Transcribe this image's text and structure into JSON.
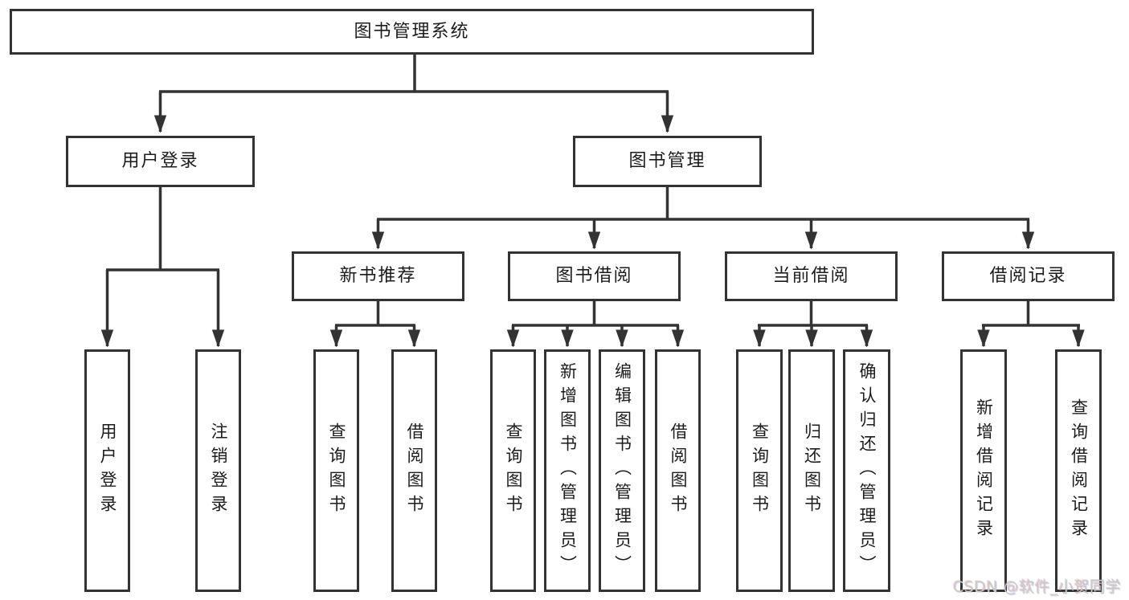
{
  "colors": {
    "background": "#ffffff",
    "line": "#333333",
    "box_border": "#333333",
    "text": "#1c1c1c",
    "watermark": "#c9c9c9"
  },
  "tree": {
    "root": {
      "label": "图书管理系统"
    },
    "branches": [
      {
        "label": "用户登录",
        "children": [
          {
            "label": "用户登录"
          },
          {
            "label": "注销登录"
          }
        ]
      },
      {
        "label": "图书管理",
        "children": [
          {
            "label": "新书推荐",
            "children": [
              {
                "label": "查询图书"
              },
              {
                "label": "借阅图书"
              }
            ]
          },
          {
            "label": "图书借阅",
            "children": [
              {
                "label": "查询图书"
              },
              {
                "label": "新增图书（管理员）"
              },
              {
                "label": "编辑图书（管理员）"
              },
              {
                "label": "借阅图书"
              }
            ]
          },
          {
            "label": "当前借阅",
            "children": [
              {
                "label": "查询图书"
              },
              {
                "label": "归还图书"
              },
              {
                "label": "确认归还（管理员）"
              }
            ]
          },
          {
            "label": "借阅记录",
            "children": [
              {
                "label": "新增借阅记录"
              },
              {
                "label": "查询借阅记录"
              }
            ]
          }
        ]
      }
    ]
  },
  "watermark": {
    "text": "CSDN @软件_小贺同学"
  }
}
